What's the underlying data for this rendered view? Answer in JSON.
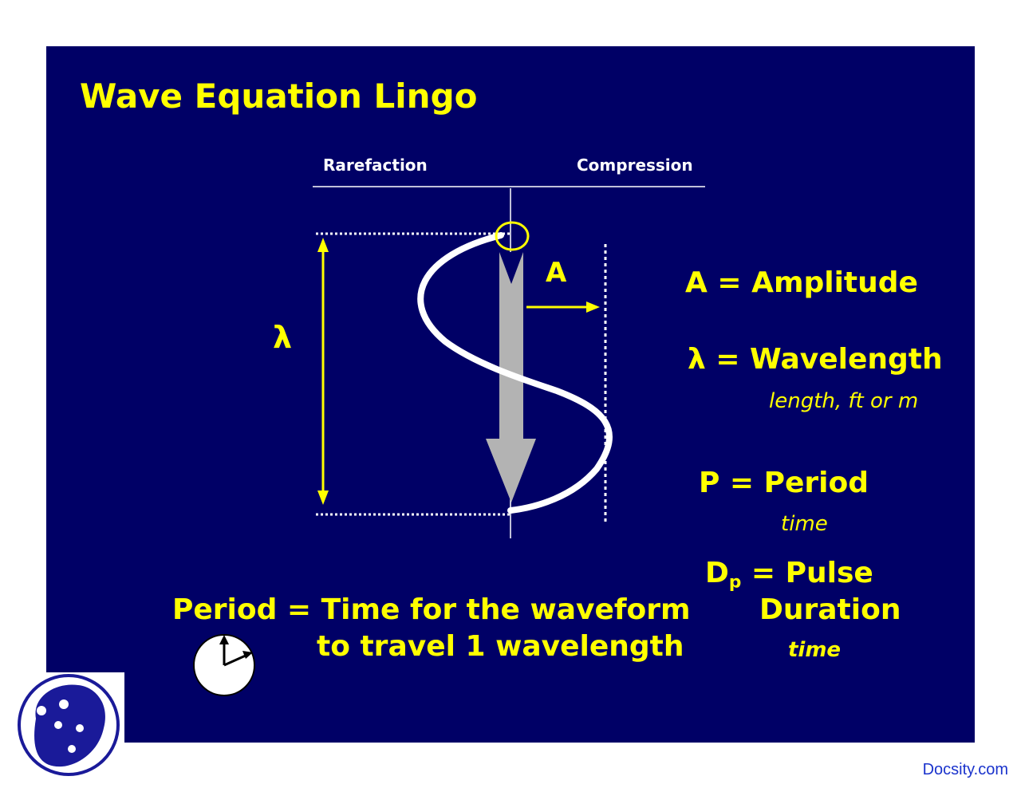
{
  "slide": {
    "title": "Wave Equation Lingo",
    "top_labels": {
      "left": "Rarefaction",
      "right": "Compression"
    },
    "diagram_labels": {
      "lambda": "λ",
      "amplitude": "A"
    },
    "definitions": {
      "amplitude": "A = Amplitude",
      "wavelength": "λ = Wavelength",
      "wavelength_unit": "length, ft or m",
      "period": "P = Period",
      "period_unit": "time",
      "pulse_symbol": "D",
      "pulse_subscript": "p",
      "pulse_rest": " = Pulse",
      "pulse_line2": "Duration",
      "pulse_unit": "time"
    },
    "period_statement": {
      "line1": "Period = Time for the waveform",
      "line2": "to travel 1 wavelength"
    },
    "colors": {
      "background": "#000066",
      "accent": "#ffff00",
      "arrow": "#b3b3b3"
    },
    "icons": [
      "clock-icon",
      "docsity-logo"
    ]
  },
  "footer": {
    "brand": "Docsity.com"
  }
}
